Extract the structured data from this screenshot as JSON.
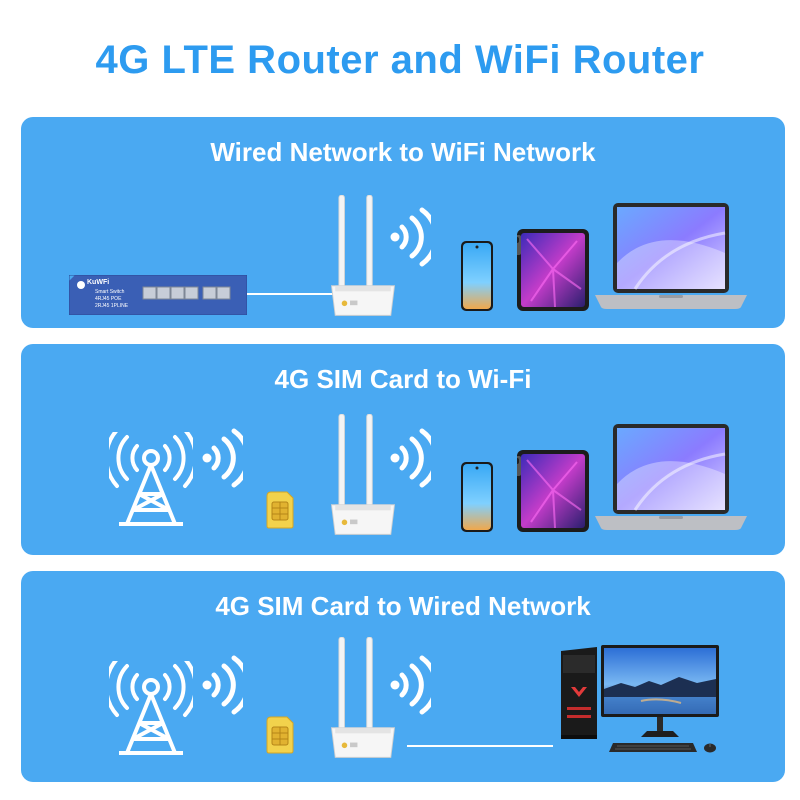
{
  "page": {
    "title": "4G LTE Router and WiFi Router"
  },
  "panels": [
    {
      "title": "Wired Network to WiFi Network",
      "switch_text": {
        "brand": "KuWFi",
        "model": "Smart Switch",
        "spec": "4RJ45 POE",
        "ports": "2RJ45 1PLINE"
      }
    },
    {
      "title": "4G SIM Card to Wi-Fi"
    },
    {
      "title": "4G SIM Card to Wired Network"
    }
  ],
  "colors": {
    "title_blue": "#2d9bf0",
    "panel_blue": "#4aa9f2",
    "white": "#ffffff",
    "sim_gold": "#e9c23a"
  },
  "icons": [
    "router-icon",
    "wifi-signal-icon",
    "cell-tower-icon",
    "sim-card-icon",
    "smartphone-icon",
    "tablet-icon",
    "laptop-icon",
    "network-switch-icon",
    "desktop-pc-icon",
    "monitor-icon",
    "keyboard-icon",
    "mouse-icon"
  ]
}
